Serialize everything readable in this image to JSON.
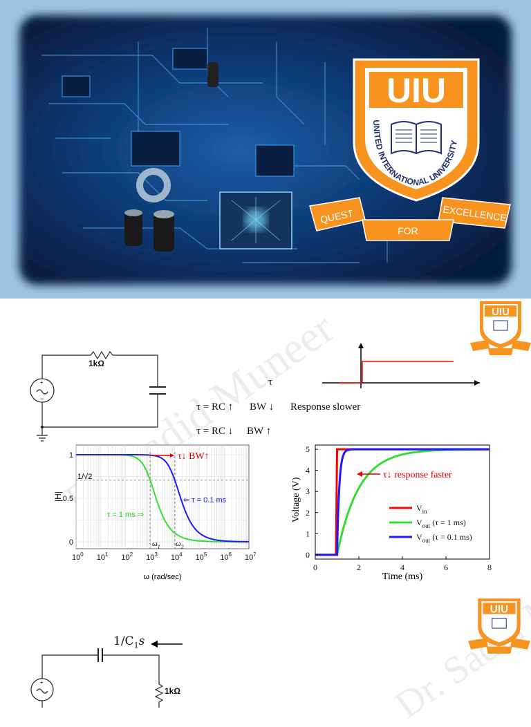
{
  "colors": {
    "vin": "#ff0000",
    "tau1": "#33dd33",
    "tau01": "#1a1aff",
    "board": "#0b2a55",
    "logo_orange": "#f7931e",
    "logo_navy": "#1d2f6f"
  },
  "logo": {
    "letters": "UIU",
    "arc": "UNITED INTERNATIONAL UNIVERSITY",
    "left_ribbon": "QUEST",
    "right_ribbon": "EXCELLENCE",
    "center_ribbon": "FOR"
  },
  "watermark": {
    "text": "Dr. Sadid Muneer"
  },
  "circuit1": {
    "resistor": "1kΩ"
  },
  "circuit2": {
    "capacitor_label": "1/C",
    "sub": "1",
    "var": "s",
    "resistor": "1kΩ"
  },
  "notes": {
    "tau": "τ",
    "line1_a": "τ = RC ↑",
    "line1_b": "BW ↓",
    "line1_c": "Response slower",
    "line2_a": "τ = RC ↓",
    "line2_b": "BW ↑"
  },
  "bode": {
    "ylabel": "|H|",
    "yticks": [
      "1",
      "0.5",
      "0"
    ],
    "cutoff_label": "1/√2",
    "xticks": [
      "10",
      "10",
      "10",
      "10",
      "10",
      "10",
      "10",
      "10"
    ],
    "xexp": [
      "0",
      "1",
      "2",
      "3",
      "4",
      "5",
      "6",
      "7"
    ],
    "xlabel": "ω (rad/sec)",
    "annot_top": "τ↓ BW↑",
    "annot_blue": "⇐ τ = 0.1 ms",
    "annot_green": "τ = 1 ms ⇒",
    "w1": "ω",
    "w1sub": "1",
    "w2": "ω",
    "w2sub": "2"
  },
  "chart_data": {
    "type": "line",
    "xlabel": "Time (ms)",
    "ylabel": "Voltage (V)",
    "xlim": [
      0,
      8
    ],
    "ylim": [
      0,
      5
    ],
    "xticks": [
      "0",
      "2",
      "4",
      "6",
      "8"
    ],
    "yticks": [
      "0",
      "1",
      "2",
      "3",
      "4",
      "5"
    ],
    "annotation": "τ↓ response faster",
    "series": [
      {
        "name": "V",
        "sub": "in",
        "suffix": "",
        "x": [
          0,
          0.95,
          1,
          8
        ],
        "y": [
          0,
          0,
          5,
          5
        ]
      },
      {
        "name": "V",
        "sub": "out",
        "suffix": " (τ = 1 ms)",
        "tau": 1,
        "t0": 1,
        "amp": 5
      },
      {
        "name": "V",
        "sub": "out",
        "suffix": " (τ = 0.1 ms)",
        "tau": 0.1,
        "t0": 1,
        "amp": 5
      }
    ]
  }
}
